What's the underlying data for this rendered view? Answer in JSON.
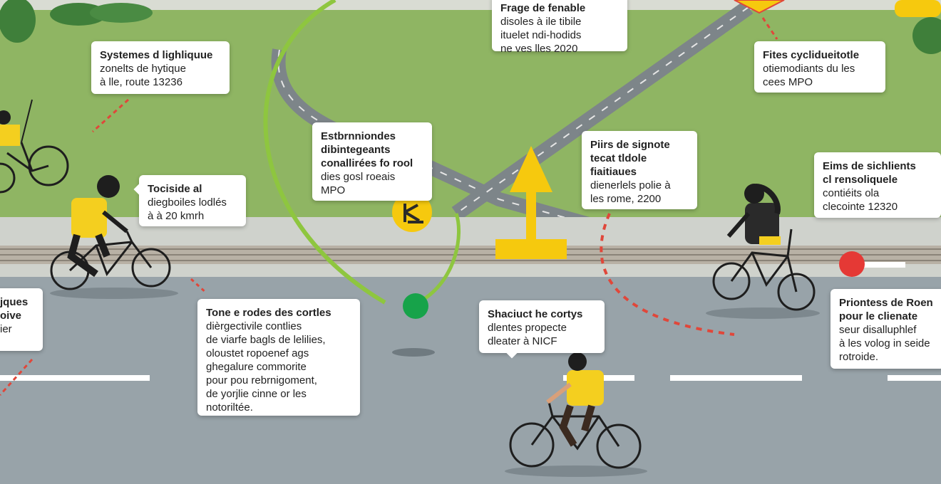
{
  "colors": {
    "grass": "#8fb563",
    "grass_light": "#a6c77a",
    "road": "#98a3a9",
    "road_dark": "#6f7a80",
    "rail": "#b8b1a5",
    "jersey": "#f4cf1f",
    "sign": "#f6c90e",
    "dashed_red": "#e0473a",
    "arc_green": "#8ec63f",
    "dot_green": "#17a34a",
    "dot_red": "#e53935",
    "bush": "#3f7f3a"
  },
  "icons": {
    "warning_sign": "warning-triangle-icon",
    "bike_badge": "bike-badge-icon",
    "green_dot": "green-marker-icon",
    "red_dot": "red-marker-icon"
  },
  "callouts": {
    "top_center": {
      "title": "Frage de fenable",
      "lines": [
        "disoles à ile tibile",
        "ituelet ndi-hodids",
        "ne ves lles 2020"
      ]
    },
    "systemes": {
      "title": "Systemes d lighliquue",
      "lines": [
        "zonelts de hytique",
        "à lle, route 13236"
      ]
    },
    "fites": {
      "title": "Fites cyclidueitotle",
      "lines": [
        "otiemodiants du les",
        "cees MPO"
      ]
    },
    "estbrn": {
      "title": "Estbrnniondes",
      "lines": [
        "dibintegeants",
        "conallirées fo rool",
        "dies gosl roeais",
        "MPO"
      ]
    },
    "piirs": {
      "title": "Piirs de signote",
      "lines": [
        "tecat tldole",
        "fiaitiaues",
        "dienerlels polie à",
        "les rome, 2200"
      ]
    },
    "eims": {
      "title": "Eims de sichlients",
      "lines": [
        "cl rensoliquele",
        "contiéits ola",
        "clecointe 12320"
      ]
    },
    "tociside": {
      "title": "Tociside al",
      "lines": [
        "diegboiles lodlés",
        "à à 20 kmrh"
      ]
    },
    "left_edge": {
      "title": "jques",
      "lines": [
        "oive",
        "ier"
      ]
    },
    "tone": {
      "title": "Tone e rodes des cortles",
      "lines": [
        "dièrgectivile contlies",
        "de viarfe bagls de lelilies,",
        "oloustet ropoenef ags",
        "ghegalure commorite",
        "pour pou rebrnigoment,",
        "de yorjlie cinne or les",
        "notoriltée."
      ]
    },
    "shaciuct": {
      "title": "Shaciuct he cortys",
      "lines": [
        "dlentes propecte",
        "dleater à NICF"
      ]
    },
    "priontess": {
      "title": "Priontess de Roen",
      "lines": [
        "pour le clienate",
        "seur disalluphlef",
        "à les volog in seide",
        "rotroide."
      ]
    }
  }
}
